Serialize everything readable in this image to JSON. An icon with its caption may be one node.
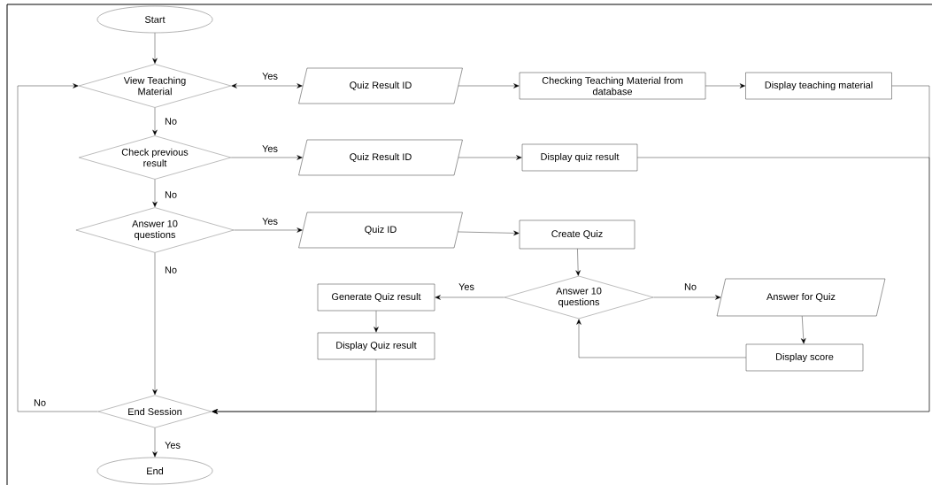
{
  "diagram": {
    "nodes": [
      {
        "text": [
          "Start"
        ]
      },
      {
        "text": [
          "View Teaching Material"
        ]
      },
      {
        "text": [
          "Quiz Result ID"
        ]
      },
      {
        "text": [
          "Checking Teaching Material from database"
        ]
      },
      {
        "text": [
          "Display teaching material"
        ]
      },
      {
        "text": [
          "Check previous result"
        ]
      },
      {
        "text": [
          "Quiz Result ID"
        ]
      },
      {
        "text": [
          "Display quiz result"
        ]
      },
      {
        "text": [
          "Answer 10 questions"
        ]
      },
      {
        "text": [
          "Quiz ID"
        ]
      },
      {
        "text": [
          "Create Quiz"
        ]
      },
      {
        "text": [
          "Answer 10 questions"
        ]
      },
      {
        "text": [
          "Generate Quiz result"
        ]
      },
      {
        "text": [
          "Display Quiz result"
        ]
      },
      {
        "text": [
          "Answer for Quiz"
        ]
      },
      {
        "text": [
          "Display score"
        ]
      },
      {
        "text": [
          "End Session"
        ]
      },
      {
        "text": [
          "End"
        ]
      }
    ],
    "edges": [
      {
        "from": 0,
        "to": 1,
        "arrow": "to"
      },
      {
        "from": 1,
        "to": 2,
        "arrow": "both",
        "label": "Yes"
      },
      {
        "from": 2,
        "to": 3,
        "arrow": "to"
      },
      {
        "from": 3,
        "to": 4,
        "arrow": "to"
      },
      {
        "from": 4,
        "to": 16,
        "arrow": "to"
      },
      {
        "from": 1,
        "to": 5,
        "arrow": "to",
        "label": "No"
      },
      {
        "from": 5,
        "to": 6,
        "arrow": "to",
        "label": "Yes"
      },
      {
        "from": 6,
        "to": 7,
        "arrow": "to"
      },
      {
        "from": 7,
        "to": 16,
        "arrow": "to"
      },
      {
        "from": 5,
        "to": 8,
        "arrow": "to",
        "label": "No"
      },
      {
        "from": 8,
        "to": 9,
        "arrow": "to",
        "label": "Yes"
      },
      {
        "from": 9,
        "to": 10,
        "arrow": "to"
      },
      {
        "from": 10,
        "to": 11,
        "arrow": "to"
      },
      {
        "from": 11,
        "to": 12,
        "arrow": "to",
        "label": "Yes"
      },
      {
        "from": 11,
        "to": 14,
        "arrow": "to",
        "label": "No"
      },
      {
        "from": 14,
        "to": 15,
        "arrow": "to"
      },
      {
        "from": 15,
        "to": 11,
        "arrow": "to"
      },
      {
        "from": 12,
        "to": 13,
        "arrow": "to"
      },
      {
        "from": 13,
        "to": 16,
        "arrow": "to"
      },
      {
        "from": 8,
        "to": 16,
        "arrow": "to",
        "label": "No"
      },
      {
        "from": 16,
        "to": 1,
        "arrow": "to",
        "label": "No"
      },
      {
        "from": 16,
        "to": 17,
        "arrow": "to",
        "label": "Yes"
      }
    ]
  }
}
